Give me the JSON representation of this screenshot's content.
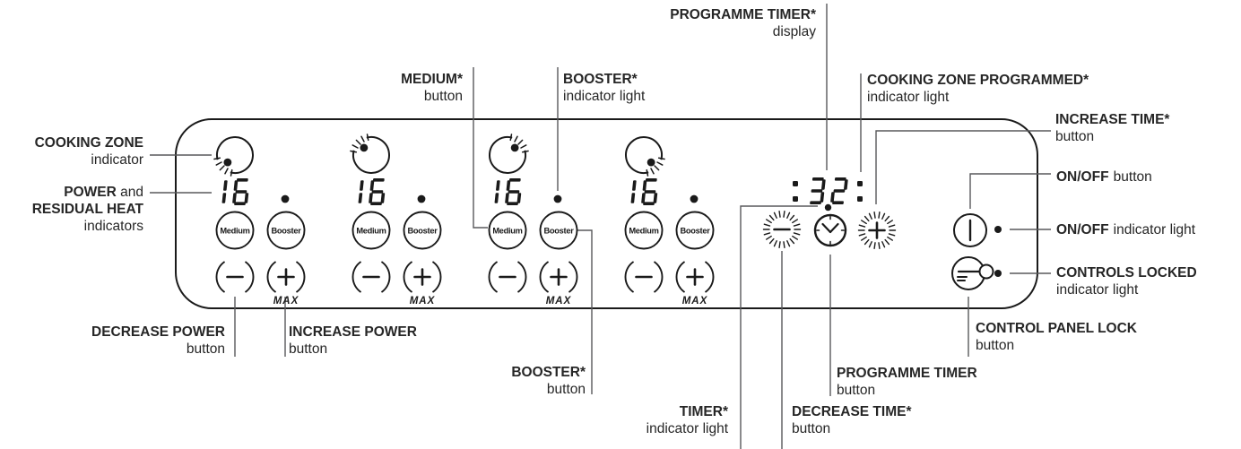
{
  "figure": {
    "ink_color": "#1a1a1a",
    "leader_color": "#58595b",
    "background": "#ffffff"
  },
  "panel": {
    "zones": [
      {
        "power_display": "16",
        "indicator_position": "bottom-left",
        "booster_light": true
      },
      {
        "power_display": "16",
        "indicator_position": "top-left",
        "booster_light": true
      },
      {
        "power_display": "16",
        "indicator_position": "top-right",
        "booster_light": true
      },
      {
        "power_display": "16",
        "indicator_position": "bottom-right",
        "booster_light": true
      }
    ],
    "zone_controls": {
      "medium": "Medium",
      "booster": "Booster",
      "max": "MAX",
      "decrease_symbol": "−",
      "increase_symbol": "+"
    },
    "timer": {
      "display": "32",
      "left_colon": ":",
      "right_colon": ":",
      "decrease_symbol": "−",
      "increase_symbol": "+",
      "icons": {
        "programme_timer": "clock-icon",
        "on_off": "power-bar-icon",
        "control_panel_lock": "key-icon"
      }
    }
  },
  "labels": {
    "cooking_zone": {
      "bold": "COOKING ZONE",
      "rest": "indicator"
    },
    "power_residual": {
      "bold1": "POWER",
      "mid": " and",
      "bold2": "RESIDUAL HEAT",
      "rest": "indicators"
    },
    "medium_button": {
      "bold": "MEDIUM*",
      "rest": "button"
    },
    "booster_light": {
      "bold": "BOOSTER*",
      "rest": "indicator light"
    },
    "programme_timer_display": {
      "bold": "PROGRAMME TIMER*",
      "rest": "display"
    },
    "cooking_zone_programmed": {
      "bold": "COOKING ZONE PROGRAMMED*",
      "rest": "indicator light"
    },
    "increase_time": {
      "bold": "INCREASE TIME*",
      "rest": "button"
    },
    "on_off_button": {
      "bold": "ON/OFF",
      "rest": "button"
    },
    "on_off_light": {
      "bold": "ON/OFF",
      "rest": "indicator light"
    },
    "controls_locked": {
      "bold": "CONTROLS LOCKED",
      "rest": "indicator light"
    },
    "control_panel_lock": {
      "bold": "CONTROL PANEL LOCK",
      "rest": "button"
    },
    "decrease_power": {
      "bold": "DECREASE POWER",
      "rest": "button"
    },
    "increase_power": {
      "bold": "INCREASE POWER",
      "rest": "button"
    },
    "booster_button": {
      "bold": "BOOSTER*",
      "rest": "button"
    },
    "timer_light": {
      "bold": "TIMER*",
      "rest": "indicator light"
    },
    "decrease_time": {
      "bold": "DECREASE TIME*",
      "rest": "button"
    },
    "programme_timer_button": {
      "bold": "PROGRAMME TIMER",
      "rest": "button"
    }
  }
}
